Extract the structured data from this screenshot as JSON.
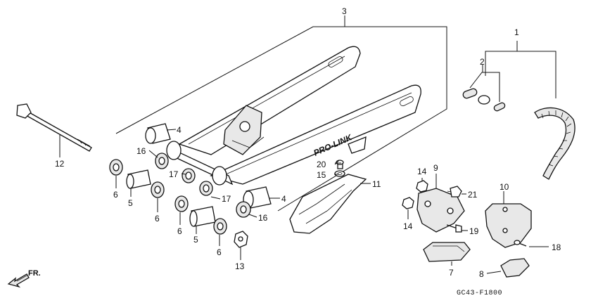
{
  "callouts": {
    "p1": "1",
    "p2": "2",
    "p3": "3",
    "p4a": "4",
    "p4b": "4",
    "p5a": "5",
    "p5b": "5",
    "p6a": "6",
    "p6b": "6",
    "p6c": "6",
    "p6d": "6",
    "p7": "7",
    "p8": "8",
    "p9": "9",
    "p10": "10",
    "p11": "11",
    "p12": "12",
    "p13": "13",
    "p14a": "14",
    "p14b": "14",
    "p15": "15",
    "p16a": "16",
    "p16b": "16",
    "p17a": "17",
    "p17b": "17",
    "p18": "18",
    "p19": "19",
    "p20": "20",
    "p21": "21"
  },
  "swingarm_marking": "PRO-LINK",
  "direction_label": "FR.",
  "diagram_code": "GC43-F1800"
}
